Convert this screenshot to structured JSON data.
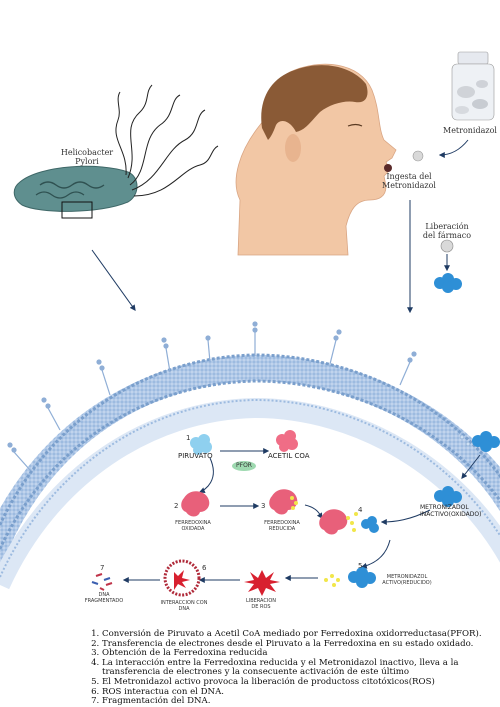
{
  "top": {
    "bacterium_label": "Helicobacter\nPylori",
    "drug_label": "Metronidazol",
    "ingestion_label": "Ingesta del\nMetronidazol",
    "release_label": "Liberación\ndel fármaco"
  },
  "cell": {
    "step1_num": "1",
    "piruvato": "PIRUVATO",
    "acetil": "ACETIL COA",
    "pfor": "PFOR",
    "step2_num": "2",
    "ferredoxina_oxidada": "FERREDOXINA\nOXIDADA",
    "step3_num": "3",
    "ferredoxina_reducida": "FERREDOXINA\nREDUCIDA",
    "step4_num": "4",
    "metro_inactivo": "METRONIZADOL\nINACTIVO(OXIDADO)",
    "step5_num": "5",
    "metro_activo": "METRONIDAZOL\nACTIVO(REDUCIDO)",
    "ros": "LIBERACION\nDE ROS",
    "step6_num": "6",
    "interaccion": "INTERACCION CON\nDNA",
    "step7_num": "7",
    "dna_frag": "DNA\nFRAGMENTADO"
  },
  "legend": [
    "Conversión de Piruvato a Acetil CoA mediado por Ferredoxina oxidorreductasa(PFOR).",
    "Transferencia de electrones desde el Piruvato a la Ferredoxina en su estado oxidado.",
    "Obtención de la Ferredoxina reducida",
    "La interacción entre la Ferredoxina reducida y el Metronidazol inactivo, lleva a la transferencia de electrones y la consecuente activación de este último",
    "El Metronidazol activo provoca la liberación de productoss citotóxicos(ROS)",
    "ROS interactua con el DNA.",
    "Fragmentación del DNA."
  ],
  "colors": {
    "membrane": "#a9c4e4",
    "membrane_dark": "#7a9fcc",
    "drug_cloud": "#2e8fd6",
    "protein_pink": "#e8607a",
    "pyruvate": "#8fd0ef",
    "acetyl": "#f06d86",
    "pfor": "#9ed9b0",
    "ros_red": "#d8202f",
    "bacterium": "#5f8f8f",
    "arrow": "#1f3b63"
  }
}
